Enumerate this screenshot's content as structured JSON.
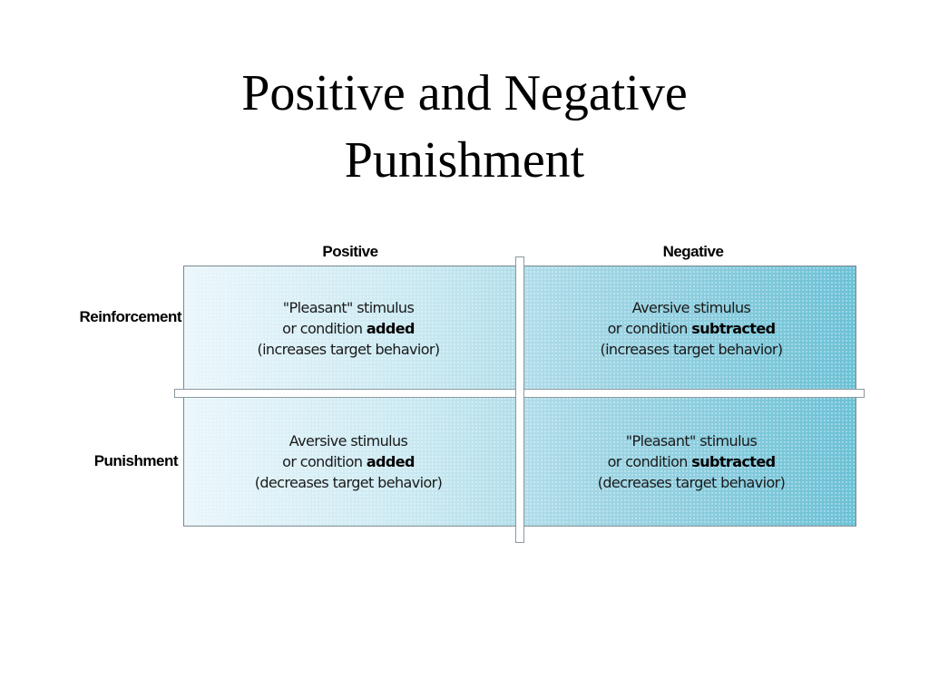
{
  "title": {
    "line1": "Positive and Negative",
    "line2": "Punishment"
  },
  "diagram": {
    "col_headers": {
      "positive": "Positive",
      "negative": "Negative"
    },
    "row_headers": {
      "reinforcement": "Reinforcement",
      "punishment": "Punishment"
    },
    "cells": {
      "reinf_pos": {
        "line1": "\"Pleasant\" stimulus",
        "line2_pre": "or condition ",
        "line2_bold": "added",
        "line3": "(increases target behavior)"
      },
      "reinf_neg": {
        "line1": "Aversive stimulus",
        "line2_pre": "or condition ",
        "line2_bold": "subtracted",
        "line3": "(increases target behavior)"
      },
      "pun_pos": {
        "line1": "Aversive stimulus",
        "line2_pre": "or condition ",
        "line2_bold": "added",
        "line3": "(decreases target behavior)"
      },
      "pun_neg": {
        "line1": "\"Pleasant\" stimulus",
        "line2_pre": "or condition ",
        "line2_bold": "subtracted",
        "line3": "(decreases target behavior)"
      }
    }
  }
}
